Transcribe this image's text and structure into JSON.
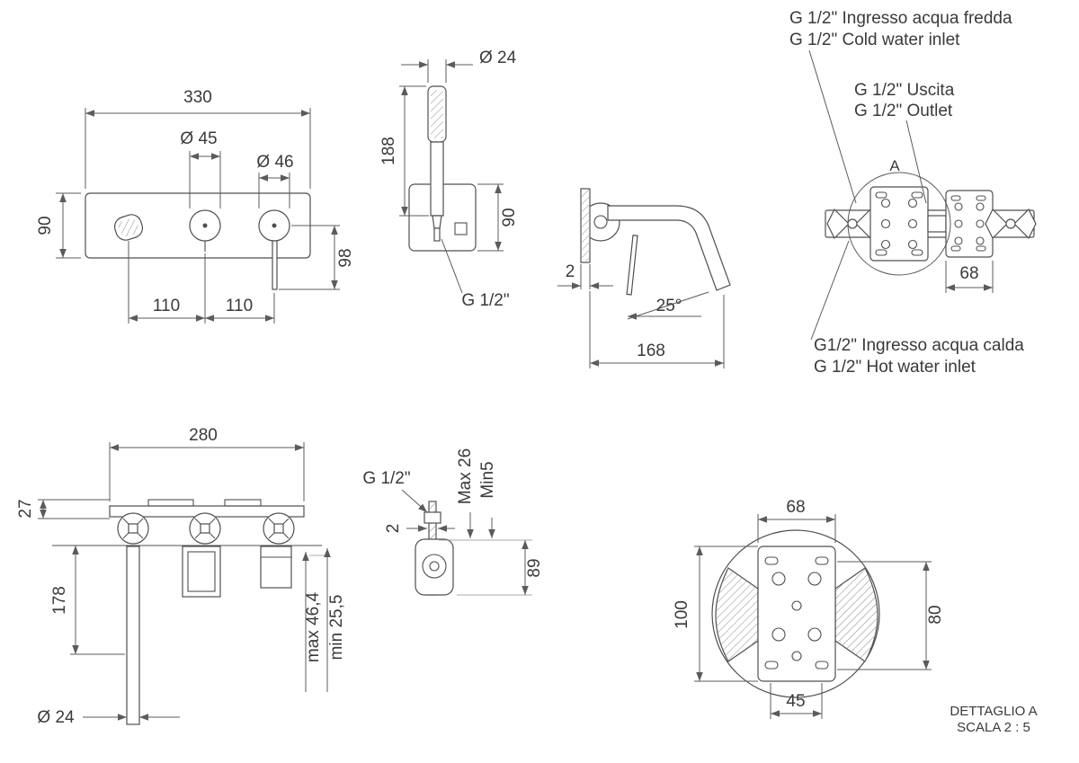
{
  "title": "Wall-mounted mixer technical drawing",
  "colors": {
    "line": "#4f4f4f",
    "text": "#3a3a3a",
    "blue": "#1b7cc4",
    "red": "#ee1c1c"
  },
  "views": {
    "front": {
      "dim_width": "330",
      "dim_knob1": "Ø 45",
      "dim_knob2": "Ø 46",
      "dim_height": "90",
      "dim_lever": "98",
      "dim_spacing1": "110",
      "dim_spacing2": "110"
    },
    "handshower": {
      "dim_diameter": "Ø 24",
      "dim_length": "188",
      "dim_plate": "90",
      "thread_label": "G 1/2\""
    },
    "spout": {
      "dim_plate_thickness": "2",
      "dim_angle": "25°",
      "dim_reach": "168"
    },
    "rear": {
      "cold_inlet_it": "G 1/2\" Ingresso acqua fredda",
      "cold_inlet_en": "G 1/2\" Cold water inlet",
      "outlet_it": "G 1/2\" Uscita",
      "outlet_en": "G 1/2\" Outlet",
      "detail_marker": "A",
      "dim_block": "68",
      "hot_inlet_it": "G1/2\" Ingresso acqua calda",
      "hot_inlet_en": "G 1/2\" Hot water inlet"
    },
    "roughin_front": {
      "dim_width": "280",
      "dim_bar": "27",
      "dim_drop": "178",
      "dim_max_depth": "max 46,4",
      "dim_min_depth": "min 25,5",
      "dim_pipe": "Ø 24"
    },
    "roughin_side": {
      "thread_label": "G 1/2\"",
      "dim_plate_thickness": "2",
      "dim_max": "Max 26",
      "dim_min": "Min5",
      "dim_height": "89"
    },
    "detail_a": {
      "dim_width": "68",
      "dim_height_left": "100",
      "dim_height_right": "80",
      "dim_bottom": "45",
      "caption_line1": "DETTAGLIO A",
      "caption_line2": "SCALA 2 : 5"
    }
  }
}
